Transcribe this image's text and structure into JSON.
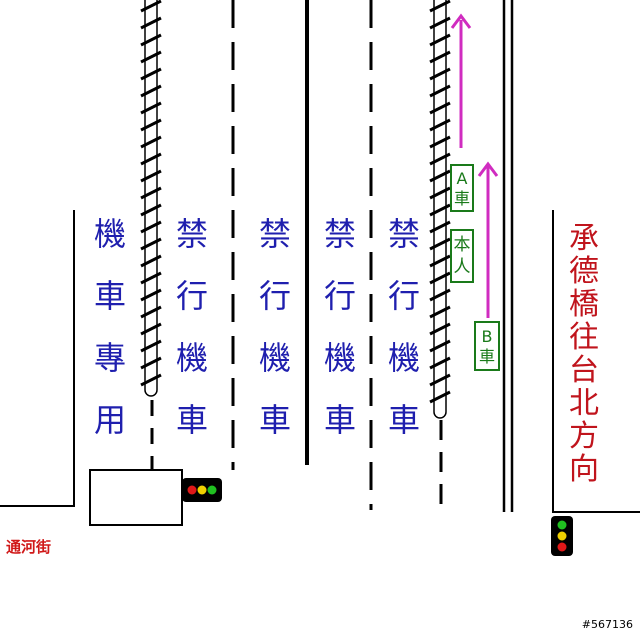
{
  "lanes": {
    "scooter_only": "機車專用",
    "no_scooter": "禁行機車"
  },
  "street_label": "通河街",
  "direction_label": "承德橋往台北方向",
  "car_labels": {
    "car_a": "A車",
    "self": "本人",
    "car_b": "B車"
  },
  "watermark": "#567136",
  "colors": {
    "lane_text": "#1f1fae",
    "direction_text": "#c0141c",
    "street_text": "#d01818",
    "arrow": "#d02cc0",
    "car_box": "#1a7a1a",
    "line": "#000000"
  },
  "traffic_lights": [
    {
      "name": "left-signal",
      "lamps": [
        "red",
        "yellow",
        "green"
      ]
    },
    {
      "name": "right-signal",
      "lamps": [
        "green",
        "yellow",
        "red"
      ]
    }
  ]
}
